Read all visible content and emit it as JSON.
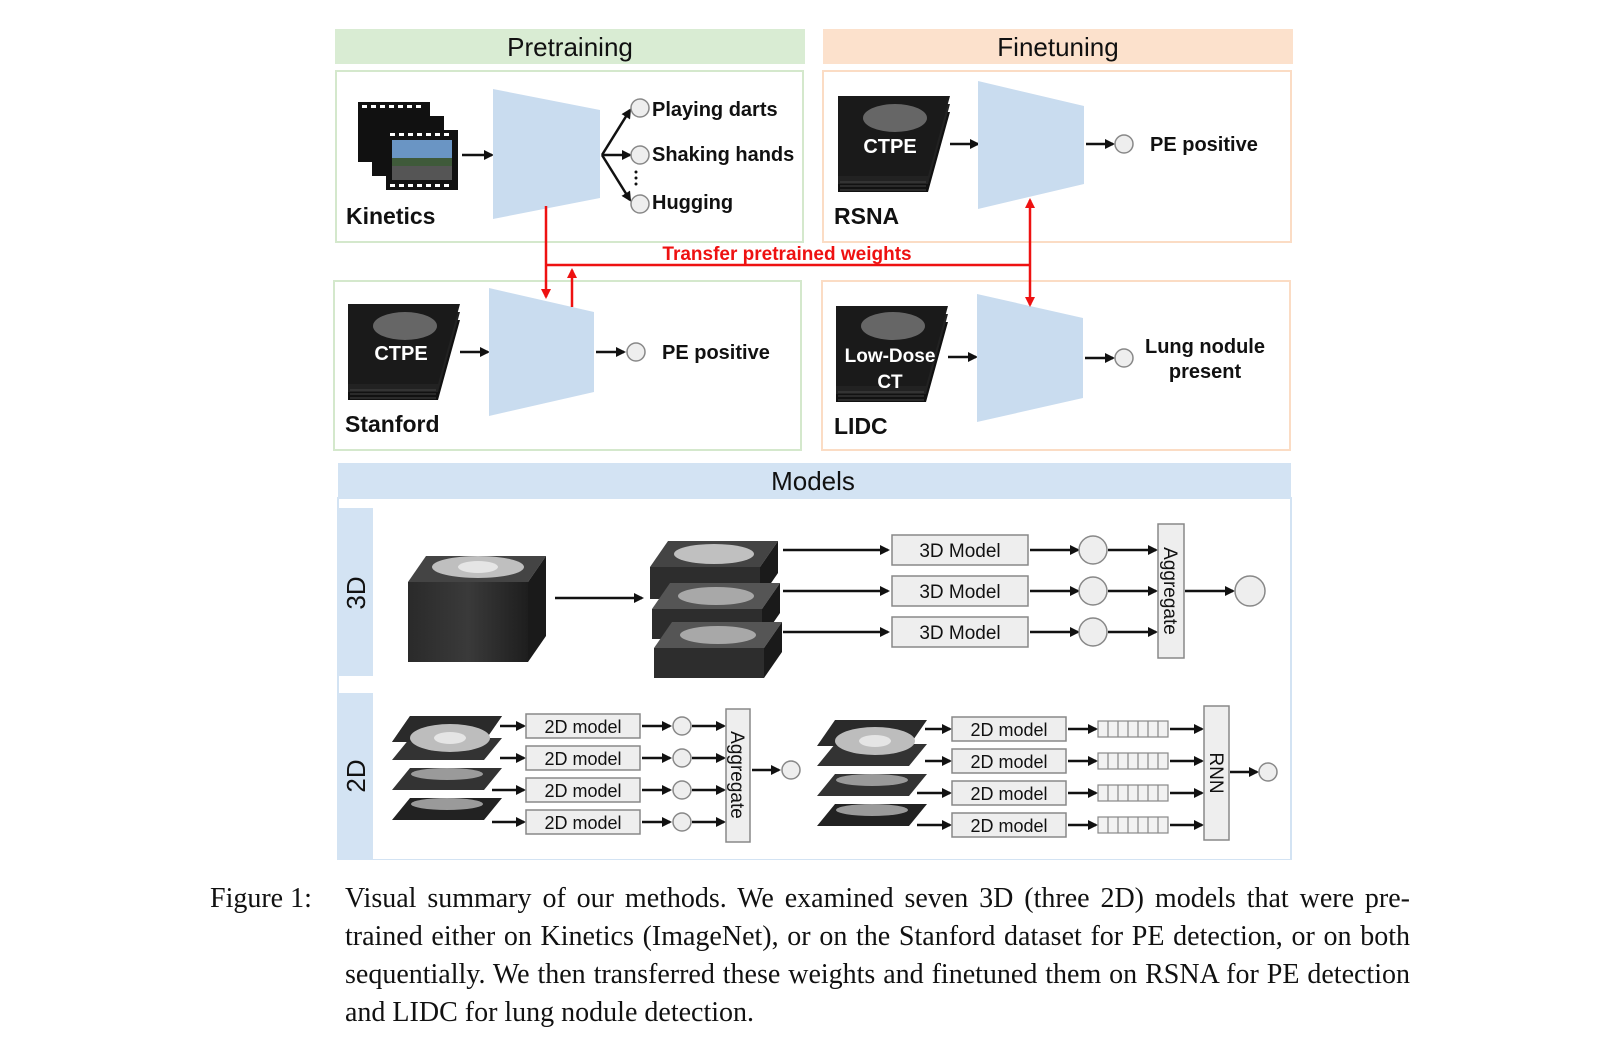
{
  "pretraining": {
    "header": "Pretraining"
  },
  "finetuning": {
    "header": "Finetuning"
  },
  "kinetics": {
    "dataset": "Kinetics",
    "outputs": [
      "Playing darts",
      "Shaking hands",
      "Hugging"
    ]
  },
  "rsna": {
    "dataset": "RSNA",
    "input": "CTPE",
    "output": "PE positive"
  },
  "stanford": {
    "dataset": "Stanford",
    "input": "CTPE",
    "output": "PE positive"
  },
  "lidc": {
    "dataset": "LIDC",
    "input_line1": "Low-Dose",
    "input_line2": "CT",
    "output_line1": "Lung nodule",
    "output_line2": "present"
  },
  "transfer_label": "Transfer pretrained weights",
  "models": {
    "header": "Models",
    "row3d": {
      "label": "3D",
      "model_labels": [
        "3D Model",
        "3D Model",
        "3D Model"
      ],
      "aggregate": "Aggregate"
    },
    "row2d": {
      "label": "2D",
      "left_models": [
        "2D model",
        "2D model",
        "2D model",
        "2D model"
      ],
      "aggregate": "Aggregate",
      "right_models": [
        "2D model",
        "2D model",
        "2D model",
        "2D model"
      ],
      "rnn": "RNN"
    }
  },
  "caption": {
    "label": "Figure 1:",
    "text": "Visual summary of our methods. We examined seven 3D (three 2D) models that were pre-trained either on Kinetics (ImageNet), or on the Stanford dataset for PE detection, or on both sequentially. We then transferred these weights and finetuned them on RSNA for PE detection and LIDC for lung nodule detection."
  },
  "colors": {
    "pretraining_green": "#d9ecd3",
    "finetuning_orange": "#fce1cc",
    "models_blue": "#d3e3f3",
    "trapezoid_blue": "#c9dcef",
    "transfer_red": "#ee1111"
  }
}
